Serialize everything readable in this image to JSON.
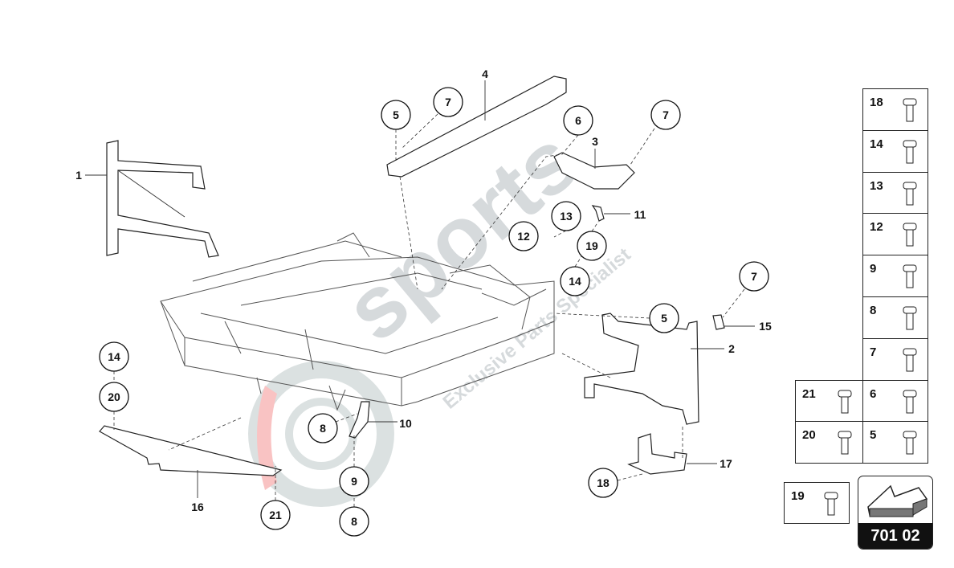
{
  "diagram_code": "701 02",
  "watermark": {
    "brand": "sports",
    "tagline": "Exclusive Parts Specialist"
  },
  "labels": {
    "l1": "1",
    "l2": "2",
    "l3": "3",
    "l4": "4",
    "l10": "10",
    "l11": "11",
    "l15": "15",
    "l16": "16",
    "l17": "17"
  },
  "callouts": {
    "c5a": "5",
    "c7a": "7",
    "c6": "6",
    "c7b": "7",
    "c13": "13",
    "c12": "12",
    "c19": "19",
    "c14a": "14",
    "c7c": "7",
    "c5b": "5",
    "c14b": "14",
    "c20": "20",
    "c8a": "8",
    "c9": "9",
    "c8b": "8",
    "c21": "21",
    "c18": "18"
  },
  "parts_table": [
    "18",
    "14",
    "13",
    "12",
    "9",
    "8",
    "7",
    "6",
    "5"
  ],
  "parts_table_left": [
    "21",
    "20"
  ],
  "extra_part": "19"
}
